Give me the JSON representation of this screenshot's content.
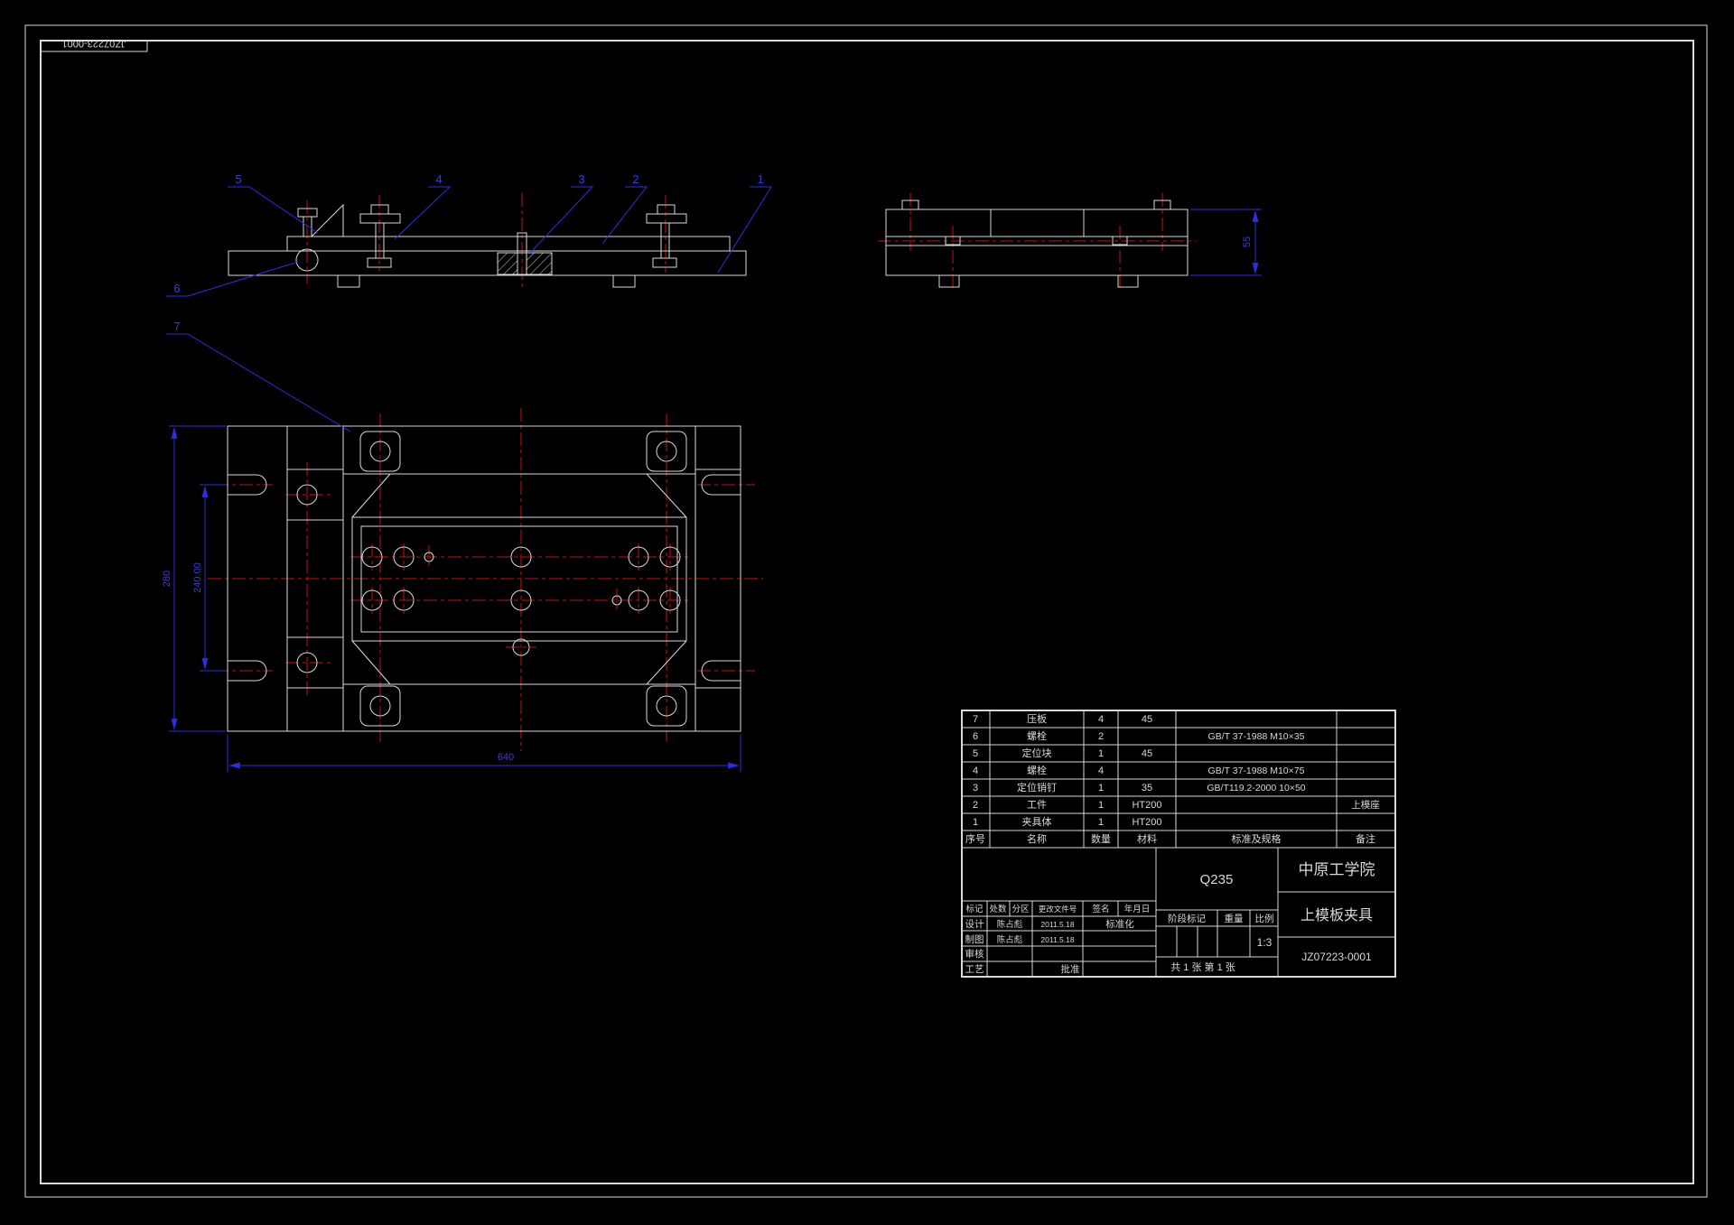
{
  "sheet": {
    "corner_doc_number": "JZ07223-0001"
  },
  "callouts": {
    "n1": "1",
    "n2": "2",
    "n3": "3",
    "n4": "4",
    "n5": "5",
    "n6": "6",
    "n7": "7"
  },
  "dimensions": {
    "side_view_height": "55",
    "plan_overall_width": "280",
    "plan_inner_width": "240.00",
    "plan_overall_length": "640"
  },
  "bom": {
    "headers": {
      "no": "序号",
      "name": "名称",
      "qty": "数量",
      "material": "材料",
      "spec": "标准及规格",
      "note": "备注"
    },
    "rows": [
      {
        "no": "7",
        "name": "压板",
        "qty": "4",
        "material": "45",
        "spec": "",
        "note": ""
      },
      {
        "no": "6",
        "name": "螺栓",
        "qty": "2",
        "material": "",
        "spec": "GB/T 37-1988 M10×35",
        "note": ""
      },
      {
        "no": "5",
        "name": "定位块",
        "qty": "1",
        "material": "45",
        "spec": "",
        "note": ""
      },
      {
        "no": "4",
        "name": "螺栓",
        "qty": "4",
        "material": "",
        "spec": "GB/T 37-1988 M10×75",
        "note": ""
      },
      {
        "no": "3",
        "name": "定位销钉",
        "qty": "1",
        "material": "35",
        "spec": "GB/T119.2-2000 10×50",
        "note": ""
      },
      {
        "no": "2",
        "name": "工件",
        "qty": "1",
        "material": "HT200",
        "spec": "",
        "note": "上模座"
      },
      {
        "no": "1",
        "name": "夹具体",
        "qty": "1",
        "material": "HT200",
        "spec": "",
        "note": ""
      }
    ]
  },
  "title_block": {
    "material_grade": "Q235",
    "company": "中原工学院",
    "drawing_title": "上模板夹具",
    "drawing_number": "JZ07223-0001",
    "header_labels": {
      "mark": "标记",
      "count": "处数",
      "zone": "分区",
      "change_file_no": "更改文件号",
      "signature": "签名",
      "date": "年月日"
    },
    "design_label": "设计",
    "design_name": "陈占彪",
    "design_date": "2011.5.18",
    "standardization_label": "标准化",
    "draft_label": "制图",
    "draft_name": "陈占彪",
    "draft_date": "2011.5.18",
    "check_label": "审核",
    "process_label": "工艺",
    "approve_label": "批准",
    "stage_mark_label": "阶段标记",
    "weight_label": "重量",
    "scale_label": "比例",
    "scale_value": "1:3",
    "sheet_count": "共 1 张  第 1 张"
  }
}
